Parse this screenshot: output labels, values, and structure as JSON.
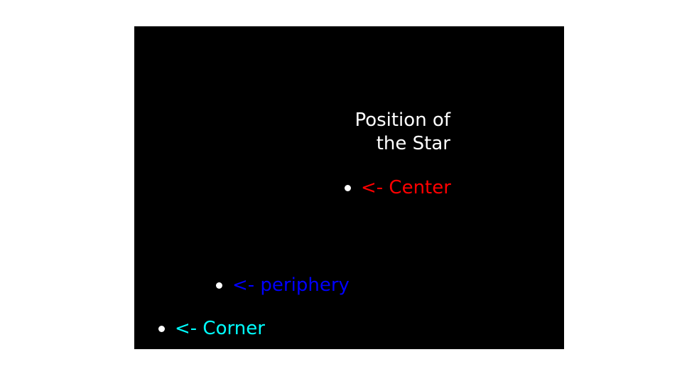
{
  "heading": {
    "line1": "Position of",
    "line2": "the Star"
  },
  "markers": [
    {
      "id": "center",
      "label": "<- Center",
      "color": "#ff0000"
    },
    {
      "id": "periphery",
      "label": "<- periphery",
      "color": "#0000ff"
    },
    {
      "id": "corner",
      "label": "<- Corner",
      "color": "#00ffff"
    }
  ]
}
